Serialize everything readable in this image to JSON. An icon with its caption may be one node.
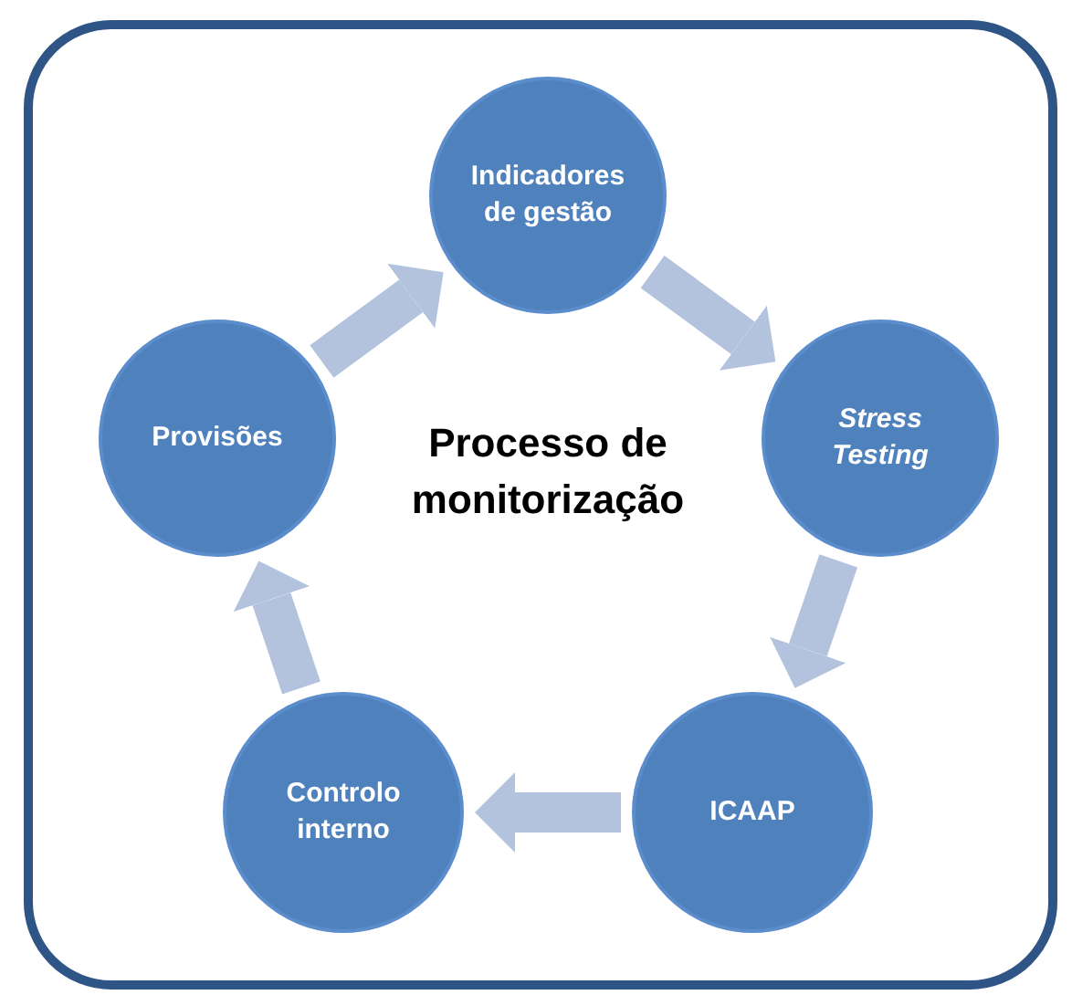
{
  "diagram": {
    "nodes": [
      {
        "text": [
          "Indicadores de gestão"
        ]
      },
      {
        "text": [
          "Stress Testing"
        ]
      },
      {
        "text": [
          "ICAAP"
        ]
      },
      {
        "text": [
          "Controlo interno"
        ]
      },
      {
        "text": [
          "Provisões"
        ]
      }
    ],
    "edges": [
      {
        "from": 4,
        "to": 0,
        "arrow": "to"
      },
      {
        "from": 0,
        "to": 1,
        "arrow": "to"
      },
      {
        "from": 1,
        "to": 2,
        "arrow": "to"
      },
      {
        "from": 2,
        "to": 3,
        "arrow": "to"
      },
      {
        "from": 3,
        "to": 4,
        "arrow": "to"
      }
    ],
    "labels": [
      "Processo de monitorização"
    ]
  }
}
